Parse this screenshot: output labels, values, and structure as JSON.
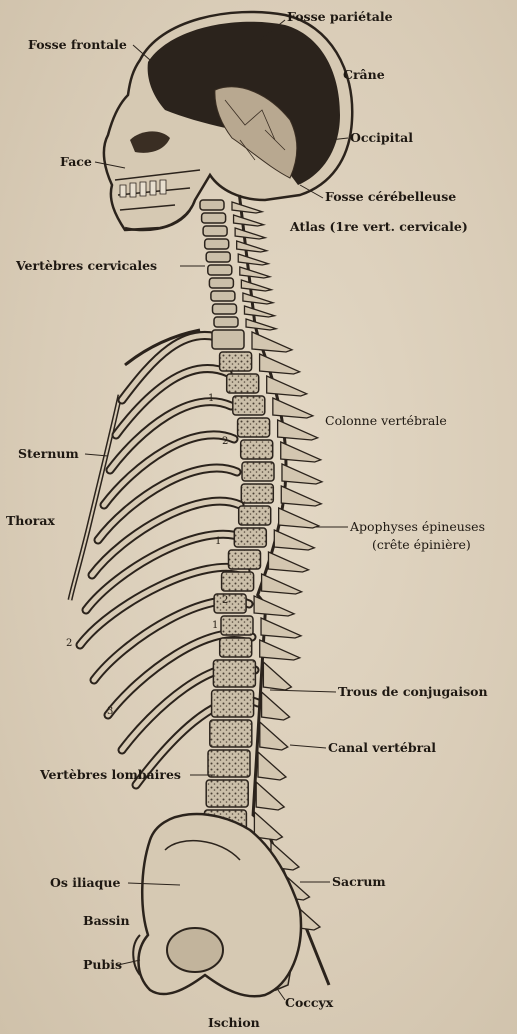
{
  "labels": {
    "fosse_parietale": "Fosse pariétale",
    "fosse_frontale": "Fosse frontale",
    "crane": "Crâne",
    "occipital": "Occipital",
    "face": "Face",
    "fosse_cerebelleuse": "Fosse cérébelleuse",
    "atlas": "Atlas (1re vert. cervicale)",
    "vertebres_cervicales": "Vertèbres cervicales",
    "colonne_vertebrale": "Colonne vertébrale",
    "sternum": "Sternum",
    "thorax": "Thorax",
    "apophyses_epineuses": "Apophyses épineuses",
    "crete_epiniere": "(crête épinière)",
    "trous_de_conjugaison": "Trous de conjugaison",
    "canal_vertebral": "Canal vertébral",
    "vertebres_lombaires": "Vertèbres lombaires",
    "os_iliaque": "Os iliaque",
    "sacrum": "Sacrum",
    "bassin": "Bassin",
    "pubis": "Pubis",
    "coccyx": "Coccyx",
    "ischion": "Ischion"
  },
  "rib_numbers": [
    "1",
    "2",
    "1",
    "2",
    "1",
    "2",
    "2",
    "3"
  ],
  "colors": {
    "paper": "#ddd1bd",
    "ink": "#1e1812",
    "skull_dark": "#2b231c",
    "vertebra": "#c9bca6"
  }
}
